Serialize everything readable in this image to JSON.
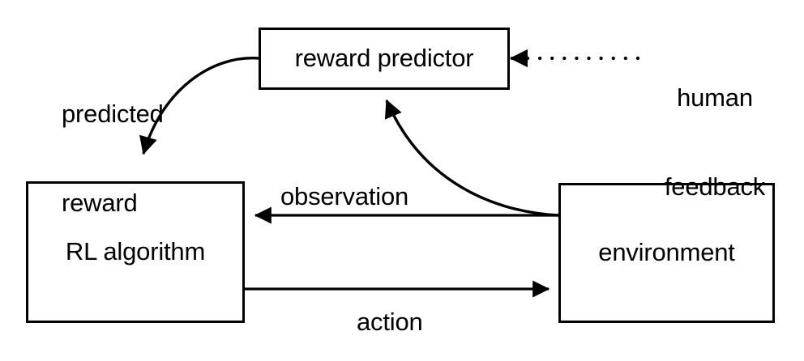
{
  "diagram": {
    "title": "RL with human feedback loop",
    "background_color": "#ffffff",
    "stroke_color": "#000000",
    "nodes": [
      {
        "id": "reward-predictor",
        "label": "reward predictor"
      },
      {
        "id": "rl-algorithm",
        "label": "RL algorithm"
      },
      {
        "id": "environment",
        "label": "environment"
      }
    ],
    "edges": [
      {
        "id": "predicted-reward",
        "label": "predicted\nreward",
        "from": "reward-predictor",
        "to": "rl-algorithm",
        "style": "solid-curved",
        "line1": "predicted",
        "line2": "reward"
      },
      {
        "id": "human-feedback",
        "label": "human\nfeedback",
        "from": "human",
        "to": "reward-predictor",
        "style": "dotted-straight",
        "line1": "human",
        "line2": "feedback"
      },
      {
        "id": "observation",
        "label": "observation",
        "from": "environment",
        "to": "rl-algorithm",
        "style": "solid-straight"
      },
      {
        "id": "observation-to-predictor",
        "label": "",
        "from": "environment",
        "to": "reward-predictor",
        "style": "solid-curved"
      },
      {
        "id": "action",
        "label": "action",
        "from": "rl-algorithm",
        "to": "environment",
        "style": "solid-straight"
      }
    ]
  }
}
